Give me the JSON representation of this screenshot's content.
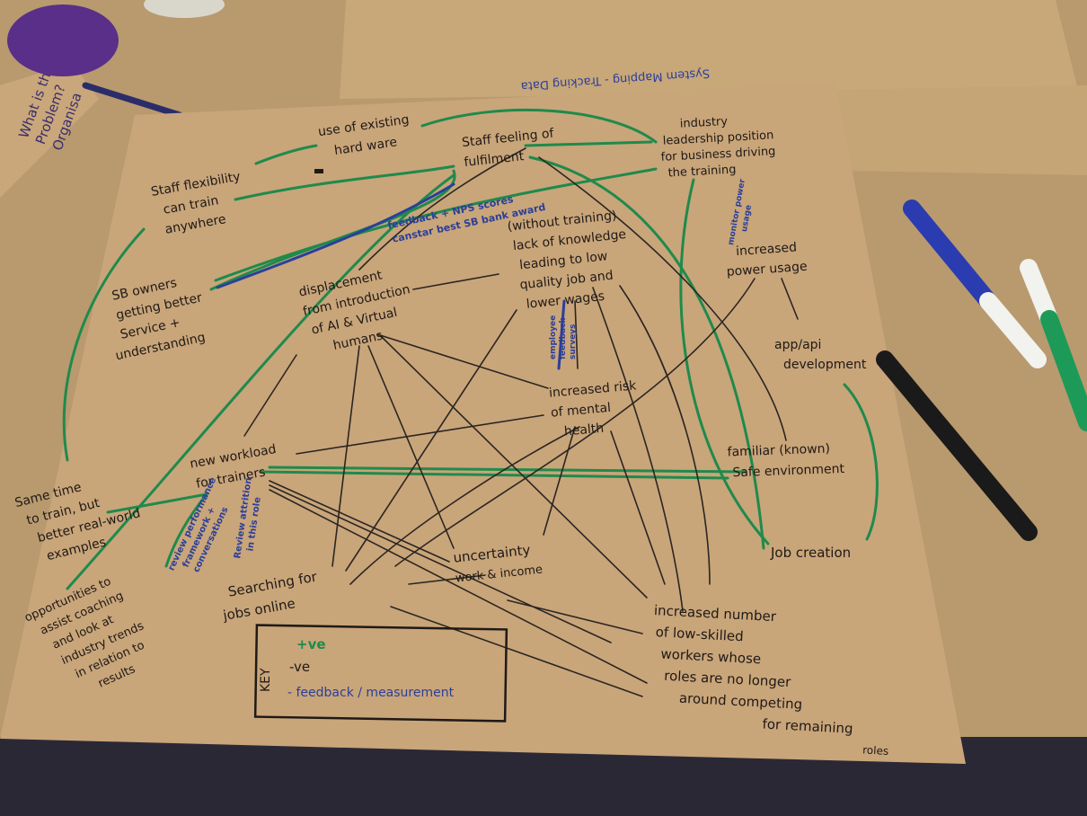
{
  "nodes": {
    "use_hardware": [
      "use of existing",
      "hard ware"
    ],
    "staff_fulfilment": [
      "Staff feeling of",
      "fulfilment"
    ],
    "industry_leadership": [
      "industry",
      "leadership position",
      "for business driving",
      "the training"
    ],
    "staff_flexibility": [
      "Staff flexibility",
      "can train",
      "anywhere"
    ],
    "sb_owners": [
      "SB owners",
      "getting better",
      "Service +",
      "understanding"
    ],
    "displacement": [
      "displacement",
      "from introduction",
      "of AI & Virtual",
      "humans"
    ],
    "lack_knowledge": [
      "(without training)",
      "lack of knowledge",
      "leading to low",
      "quality job and",
      "lower wages"
    ],
    "power_usage": [
      "increased",
      "power usage"
    ],
    "app_api": [
      "app/api",
      "development"
    ],
    "mental_health": [
      "increased risk",
      "of mental",
      "health"
    ],
    "familiar_env": [
      "familiar (known)",
      "Safe environment"
    ],
    "new_workload": [
      "new workload",
      "for trainers"
    ],
    "same_time": [
      "Same time",
      "to train, but",
      "better real-world",
      "examples"
    ],
    "job_creation": [
      "Job creation"
    ],
    "uncertainty": [
      "uncertainty",
      "work & income"
    ],
    "searching_jobs": [
      "Searching for",
      "jobs online"
    ],
    "opportunities": [
      "opportunities to",
      "assist coaching",
      "and look at",
      "industry trends",
      "in relation to",
      "results"
    ],
    "low_skilled": [
      "increased number",
      "of low-skilled",
      "workers whose",
      "roles are no longer",
      "around competing",
      "for remaining",
      "roles"
    ]
  },
  "annotations": {
    "feedback_nps": [
      "feedback + NPS scores",
      "canstar best SB bank award"
    ],
    "monitor_power": [
      "monitor power",
      "usage"
    ],
    "employee_feedback": [
      "employee",
      "feedback",
      "surveys"
    ],
    "review_performance": [
      "review performance",
      "framework +",
      "conversations"
    ],
    "review_attrition": [
      "Review attrition",
      "in this role"
    ]
  },
  "key": {
    "positive": "+ve",
    "negative": "-ve",
    "feedback": "- feedback / measurement"
  },
  "background_sheet_text": "System Mapping - Tracking Data",
  "side_note_text": [
    "What is the",
    "Problem?",
    "Organisa"
  ],
  "colors": {
    "paper": "#c9a57a",
    "positive_link": "#1f8a4c",
    "negative_link": "#2a2622",
    "feedback_ink": "#2a3f9a",
    "table": "#b89a6e"
  }
}
